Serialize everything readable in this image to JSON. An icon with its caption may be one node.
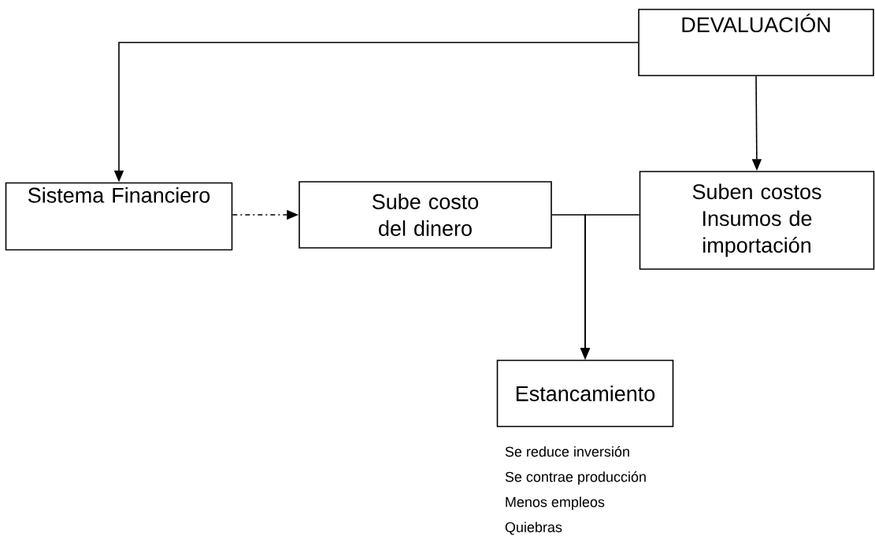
{
  "diagram": {
    "nodes": [
      {
        "text": [
          "DEVALUACIÓN"
        ]
      },
      {
        "text": [
          "Sistema Financiero"
        ]
      },
      {
        "text": [
          "Sube costo del dinero"
        ]
      },
      {
        "text": [
          "Suben costos Insumos de importación"
        ]
      },
      {
        "text": [
          "Estancamiento"
        ],
        "beside": [
          "Se reduce inversión",
          "Se contrae producción",
          "Menos empleos",
          "Quiebras"
        ]
      }
    ],
    "edges": [
      {
        "from": 0,
        "to": 1,
        "arrow": "to"
      },
      {
        "from": 0,
        "to": 3,
        "arrow": "to"
      },
      {
        "from": 1,
        "to": 2,
        "arrow": "to",
        "style": "dashed"
      },
      {
        "from": 2,
        "to": 4,
        "arrow": "to"
      },
      {
        "from": 3,
        "to": 4,
        "arrow": "to"
      }
    ]
  }
}
